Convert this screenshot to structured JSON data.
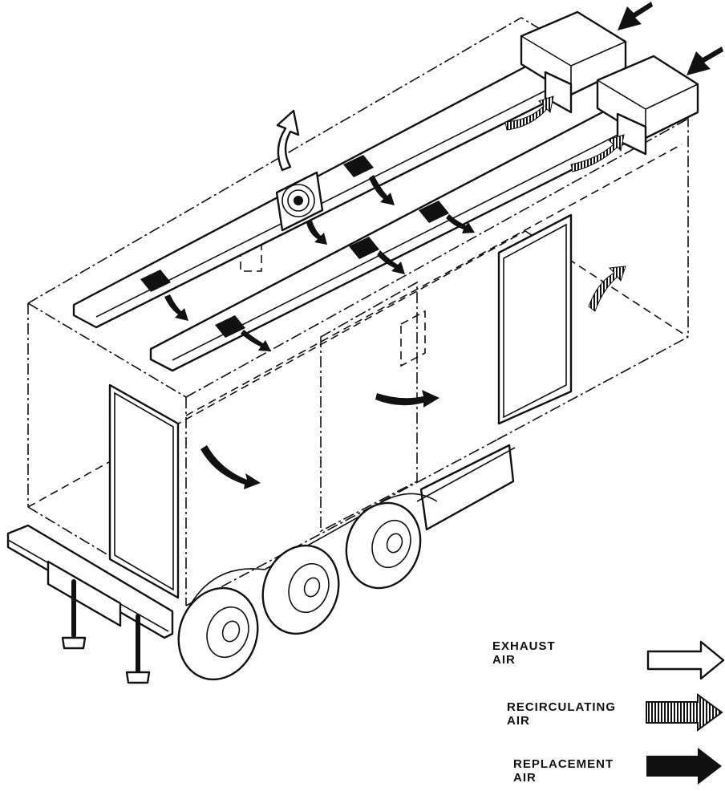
{
  "legend": {
    "exhaust": {
      "line1": "EXHAUST",
      "line2": "AIR",
      "arrow_style": "outline"
    },
    "recirculating": {
      "line1": "RECIRCULATING",
      "line2": "AIR",
      "arrow_style": "hatched"
    },
    "replacement": {
      "line1": "REPLACEMENT",
      "line2": "AIR",
      "arrow_style": "solid"
    }
  },
  "colors": {
    "ink": "#111111",
    "paper": "#ffffff"
  }
}
